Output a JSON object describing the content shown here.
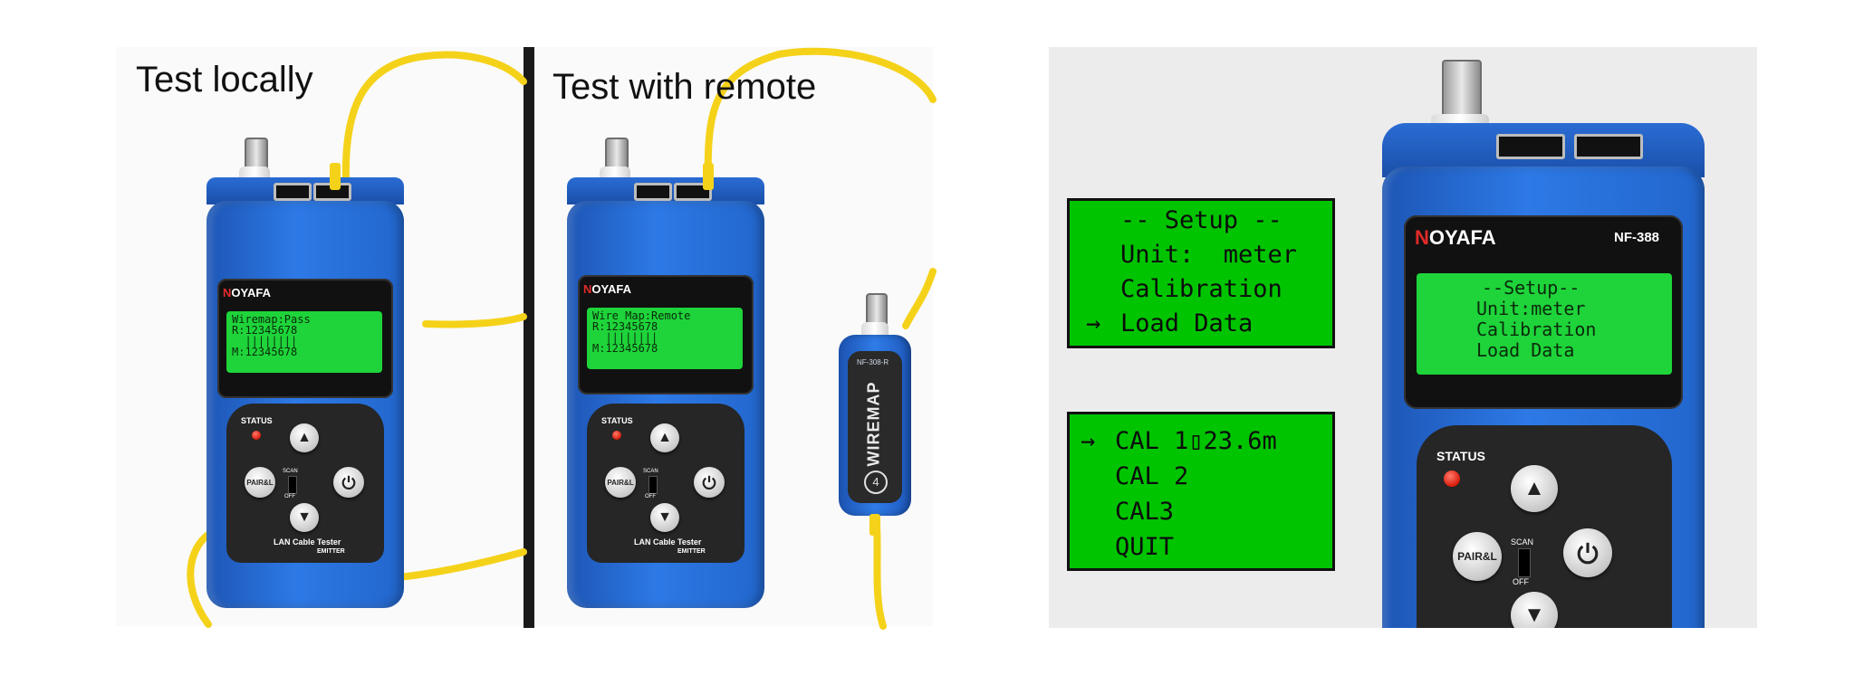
{
  "captions": {
    "local": "Test locally",
    "remote": "Test with remote"
  },
  "local_device": {
    "brand_prefix": "N",
    "brand_rest": "OYAFA",
    "lcd": [
      "Wiremap:Pass",
      "R:12345678",
      "  ||||||||",
      "M:12345678"
    ],
    "status_label": "STATUS",
    "pair_label": "PAIR&L",
    "scan_label": "SCAN",
    "off_label": "OFF",
    "footer_title": "LAN Cable Tester",
    "footer_sub": "EMITTER"
  },
  "remote_device": {
    "brand_prefix": "N",
    "brand_rest": "OYAFA",
    "lcd": [
      "Wire Map:Remote",
      "R:12345678",
      "  ||||||||",
      "M:12345678"
    ],
    "status_label": "STATUS",
    "pair_label": "PAIR&L",
    "scan_label": "SCAN",
    "off_label": "OFF",
    "footer_title": "LAN Cable Tester",
    "footer_sub": "EMITTER"
  },
  "remote_unit": {
    "model": "NF-308-R",
    "label": "WIREMAP",
    "number": "4"
  },
  "setup_screen": {
    "lines": [
      "-- Setup --",
      "Unit:  meter",
      "Calibration",
      "Load Data"
    ],
    "selected_index": 3
  },
  "cal_screen": {
    "lines": [
      "CAL 1▯23.6m",
      "CAL 2",
      "CAL3",
      "QUIT"
    ],
    "selected_index": 0
  },
  "closeup_device": {
    "brand_prefix": "N",
    "brand_rest": "OYAFA",
    "model": "NF-388",
    "lcd": [
      "--Setup--",
      "Unit:meter",
      "Calibration",
      "Load Data"
    ],
    "status_label": "STATUS",
    "pair_label": "PAIR&L",
    "scan_label": "SCAN",
    "off_label": "OFF"
  },
  "icons": {
    "selector": "→",
    "up": "▲",
    "down": "▼",
    "power": "power-icon"
  },
  "colors": {
    "device_blue": "#2a6fd8",
    "lcd_green": "#1ed43a",
    "cable_yellow": "#f5d21a",
    "status_red": "#d81b0b"
  }
}
